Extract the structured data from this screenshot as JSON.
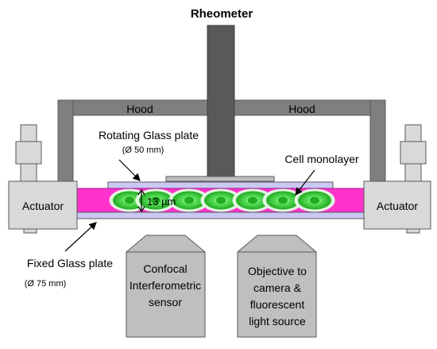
{
  "title": "Rheometer",
  "hood": {
    "left_label": "Hood",
    "right_label": "Hood"
  },
  "rotating_plate": {
    "label": "Rotating Glass plate",
    "size": "(Ø 50 mm)"
  },
  "fixed_plate": {
    "label": "Fixed Glass plate",
    "size": "(Ø 75 mm)"
  },
  "cell_monolayer": {
    "label": "Cell monolayer",
    "cell_count": 7
  },
  "gap": {
    "label": "13 µm"
  },
  "actuators": {
    "left_label": "Actuator",
    "right_label": "Actuator"
  },
  "sensor": {
    "line1": "Confocal",
    "line2": "Interferometric",
    "line3": "sensor"
  },
  "objective": {
    "line1": "Objective to",
    "line2": "camera &",
    "line3": "fluorescent",
    "line4": "light source"
  },
  "colors": {
    "frame": "#7f7f7f",
    "frame_stroke": "#595959",
    "medium": "#ff33cc",
    "glass": "#c9c9f2",
    "cell_outer": "#33cc33",
    "cell_inner": "#66ff66",
    "actuator": "#d9d9d9",
    "objective": "#bfbfbf"
  }
}
